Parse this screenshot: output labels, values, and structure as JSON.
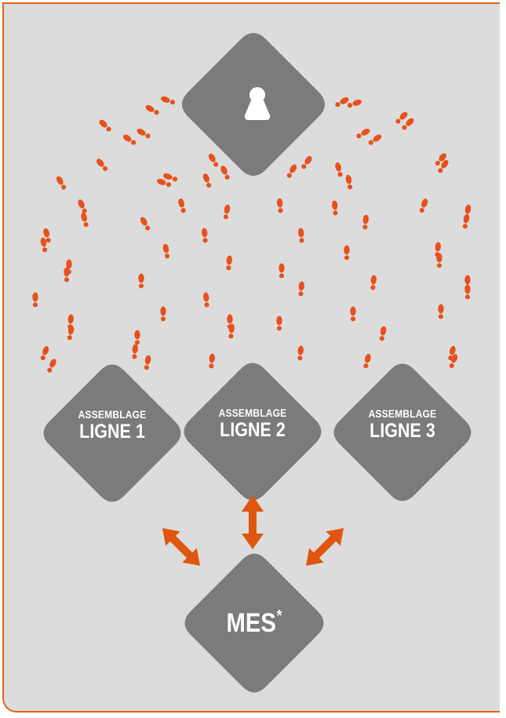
{
  "colors": {
    "frame_border": "#e0641a",
    "panel_background": "#dcdcdc",
    "diamond_fill": "#7b7b7d",
    "footprint": "#e8501c",
    "arrow": "#e0560e",
    "text": "#ffffff"
  },
  "operator": {
    "icon": "person-icon"
  },
  "lines": [
    {
      "small": "ASSEMBLAGE",
      "big": "LIGNE 1"
    },
    {
      "small": "ASSEMBLAGE",
      "big": "LIGNE 2"
    },
    {
      "small": "ASSEMBLAGE",
      "big": "LIGNE 3"
    }
  ],
  "mes": {
    "label": "MES",
    "marker": "*"
  },
  "connections": [
    "double-arrow-diagonal-left",
    "double-arrow-vertical",
    "double-arrow-diagonal-right"
  ]
}
